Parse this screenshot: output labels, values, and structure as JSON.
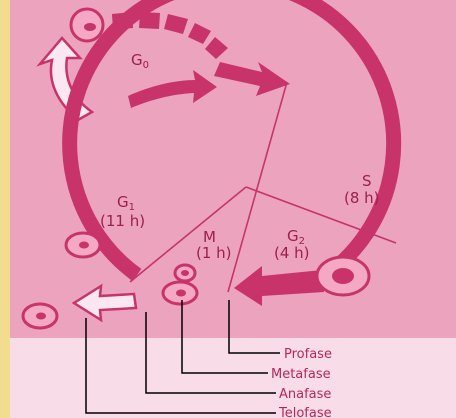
{
  "diagram": {
    "colors": {
      "background": "#f2dc8e",
      "panel": "#eba3be",
      "lower_panel": "#f8dde9",
      "ring": "#c8336a",
      "ring_dark": "#9e1f4d",
      "cell_fill": "#f5a8c3",
      "nucleus": "#c8336a",
      "light_arrow": "#fbe7ef",
      "label_text": "#b5275c"
    },
    "phases": {
      "g0": {
        "label": "G",
        "sub": "0"
      },
      "s": {
        "label": "S",
        "duration": "(8 h)"
      },
      "g1": {
        "label": "G",
        "sub": "1",
        "duration": "(11 h)"
      },
      "g2": {
        "label": "G",
        "sub": "2",
        "duration": "(4 h)"
      },
      "m": {
        "label": "M",
        "duration": "(1 h)"
      }
    },
    "mitosis_labels": [
      "Profase",
      "Metafase",
      "Anafase",
      "Telofase"
    ]
  }
}
